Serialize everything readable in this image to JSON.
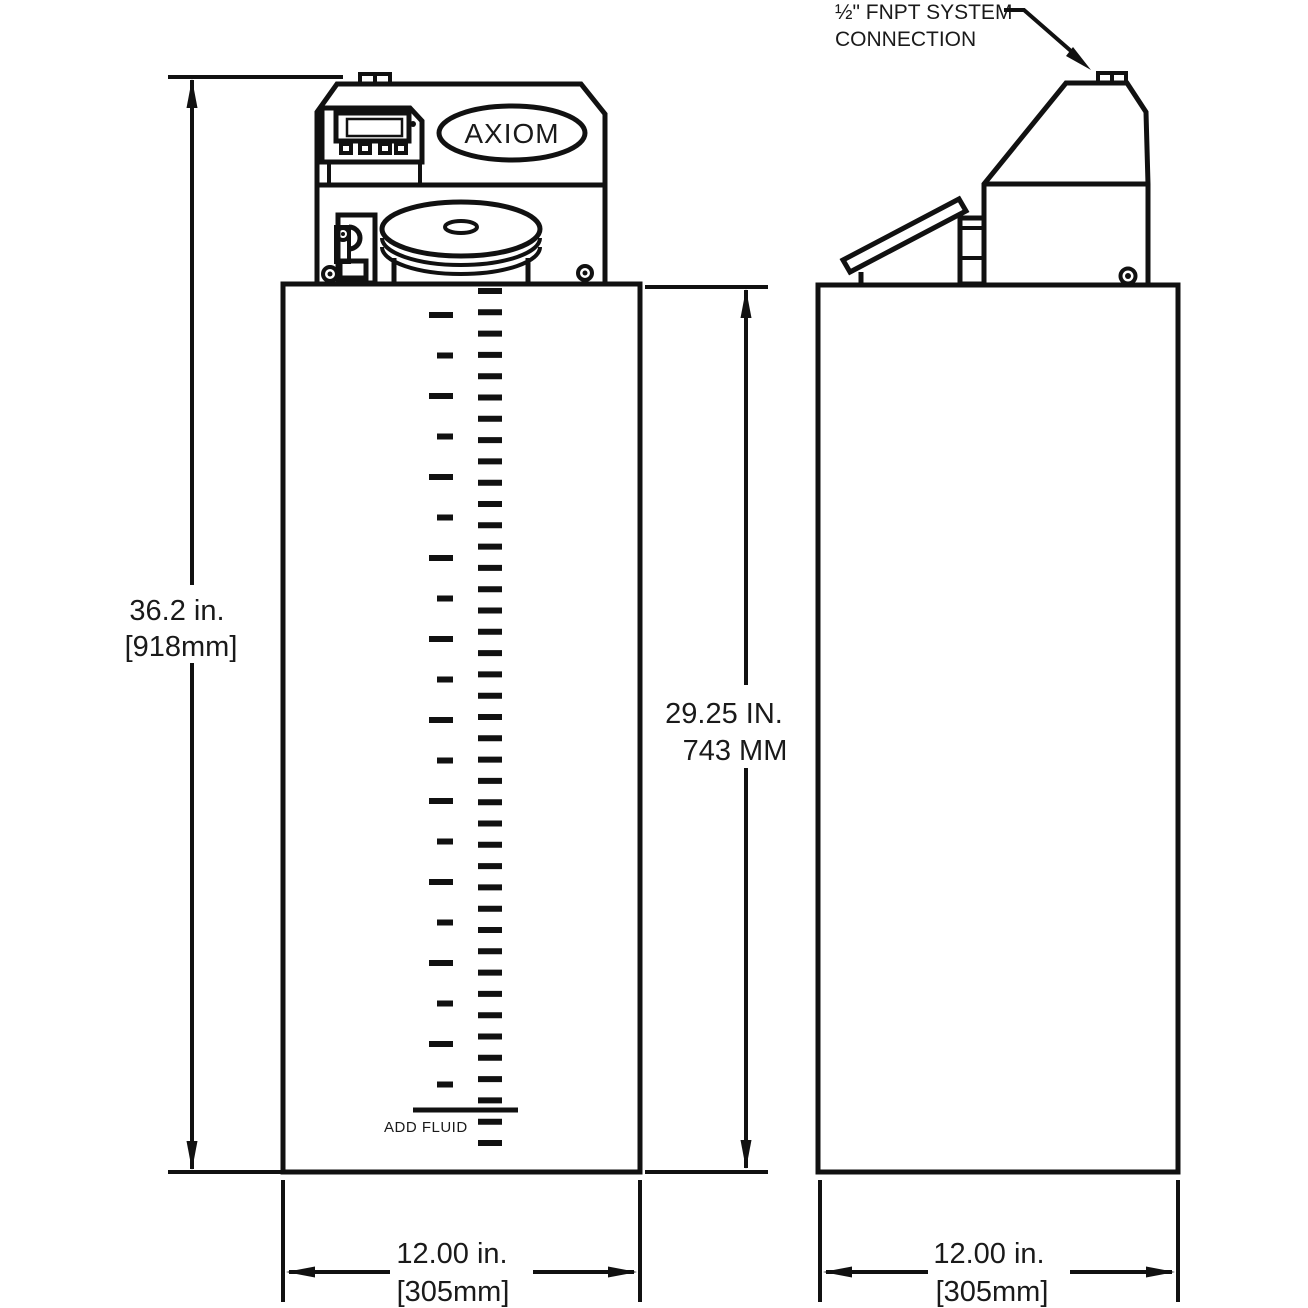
{
  "title": "AXIOM feeder dimension drawing",
  "brand_label": "AXIOM",
  "callout": {
    "line1": "½\" FNPT SYSTEM",
    "line2": "CONNECTION"
  },
  "front_view": {
    "add_fluid_label": "ADD FLUID"
  },
  "dimensions": {
    "overall_height_in": "36.2 in.",
    "overall_height_mm": "[918mm]",
    "tank_height_in": "29.25 IN.",
    "tank_height_mm": "743 MM",
    "front_width_in": "12.00 in.",
    "front_width_mm": "[305mm]",
    "side_width_in": "12.00 in.",
    "side_width_mm": "[305mm]"
  },
  "colors": {
    "line": "#111111",
    "background": "#ffffff"
  }
}
